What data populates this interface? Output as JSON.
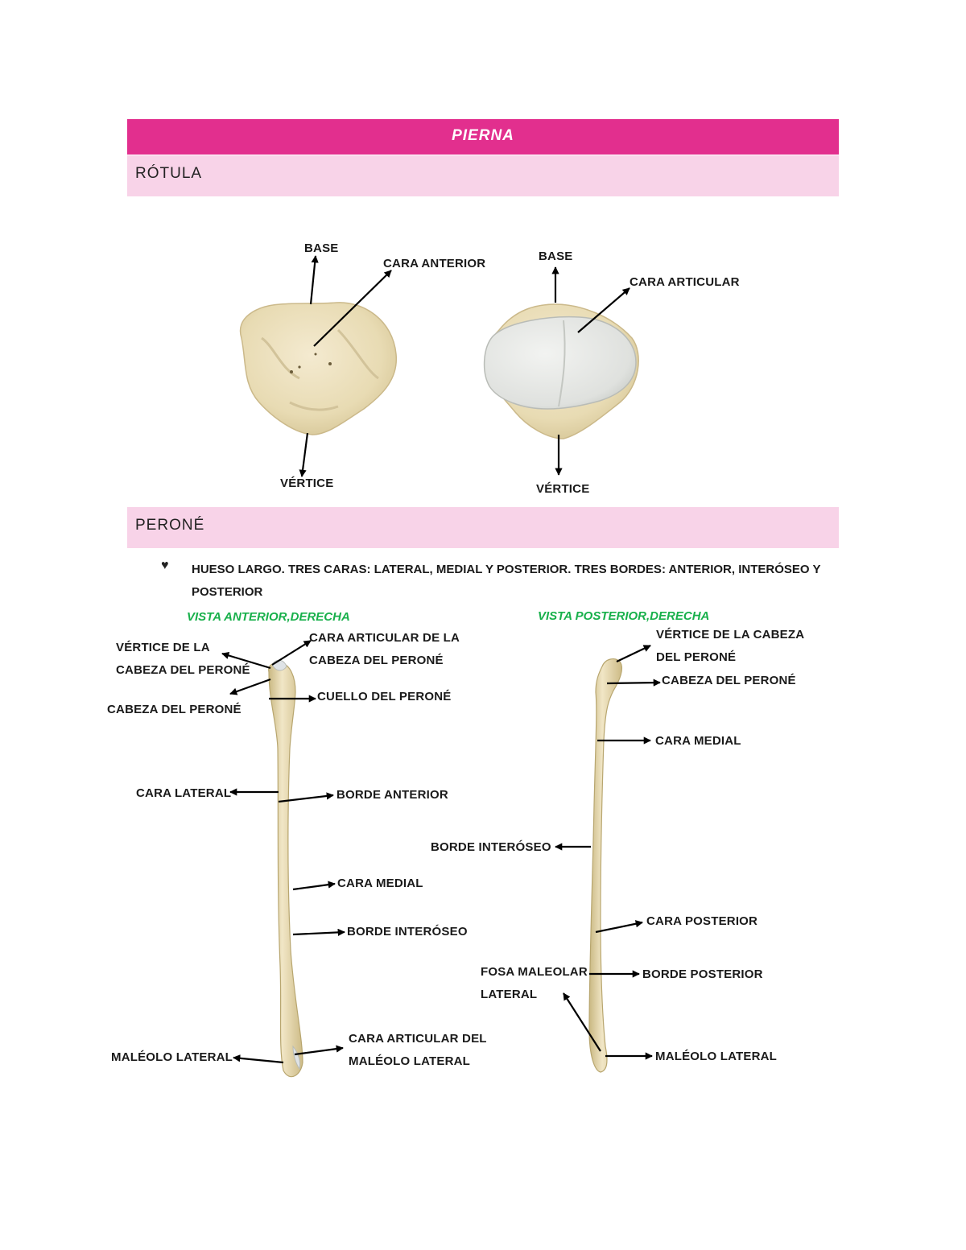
{
  "header": {
    "title": "PIERNA"
  },
  "sections": {
    "rotula": "RÓTULA",
    "perone": "PERONÉ"
  },
  "rotula": {
    "anterior": {
      "base": "BASE",
      "cara": "CARA ANTERIOR",
      "vertice": "VÉRTICE"
    },
    "posterior": {
      "base": "BASE",
      "cara": "CARA ARTICULAR",
      "vertice": "VÉRTICE"
    }
  },
  "perone": {
    "bullet_icon": "heart-bullet-icon",
    "description": "HUESO LARGO. TRES CARAS: LATERAL, MEDIAL Y POSTERIOR. TRES BORDES: ANTERIOR, INTERÓSEO Y POSTERIOR",
    "anterior_view": {
      "title": "VISTA ANTERIOR,DERECHA",
      "labels": {
        "vertice_cabeza_1": "VÉRTICE DE LA",
        "vertice_cabeza_2": "CABEZA DEL PERONÉ",
        "cara_articular_cabeza_1": "CARA ARTICULAR DE LA",
        "cara_articular_cabeza_2": "CABEZA DEL PERONÉ",
        "cuello": "CUELLO DEL PERONÉ",
        "cabeza": "CABEZA DEL PERONÉ",
        "cara_lateral": "CARA LATERAL",
        "borde_anterior": "BORDE ANTERIOR",
        "cara_medial": "CARA MEDIAL",
        "borde_interoseo": "BORDE INTERÓSEO",
        "maleolo_lateral": "MALÉOLO LATERAL",
        "cara_articular_maleolo_1": "CARA ARTICULAR DEL",
        "cara_articular_maleolo_2": "MALÉOLO LATERAL"
      }
    },
    "posterior_view": {
      "title": "VISTA POSTERIOR,DERECHA",
      "labels": {
        "vertice_cabeza_1": "VÉRTICE DE LA CABEZA",
        "vertice_cabeza_2": "DEL PERONÉ",
        "cabeza": "CABEZA DEL PERONÉ",
        "cara_medial": "CARA MEDIAL",
        "borde_interoseo": "BORDE INTERÓSEO",
        "cara_posterior": "CARA POSTERIOR",
        "fosa_maleolar_1": "FOSA MALEOLAR",
        "fosa_maleolar_2": "LATERAL",
        "borde_posterior": "BORDE POSTERIOR",
        "maleolo_lateral": "MALÉOLO LATERAL"
      }
    }
  },
  "colors": {
    "title_band": "#e22f8e",
    "section_band": "#f8d3e8",
    "view_title": "#18b04b",
    "bone": "#ece0b8",
    "cartilage": "#e2e4e2"
  }
}
